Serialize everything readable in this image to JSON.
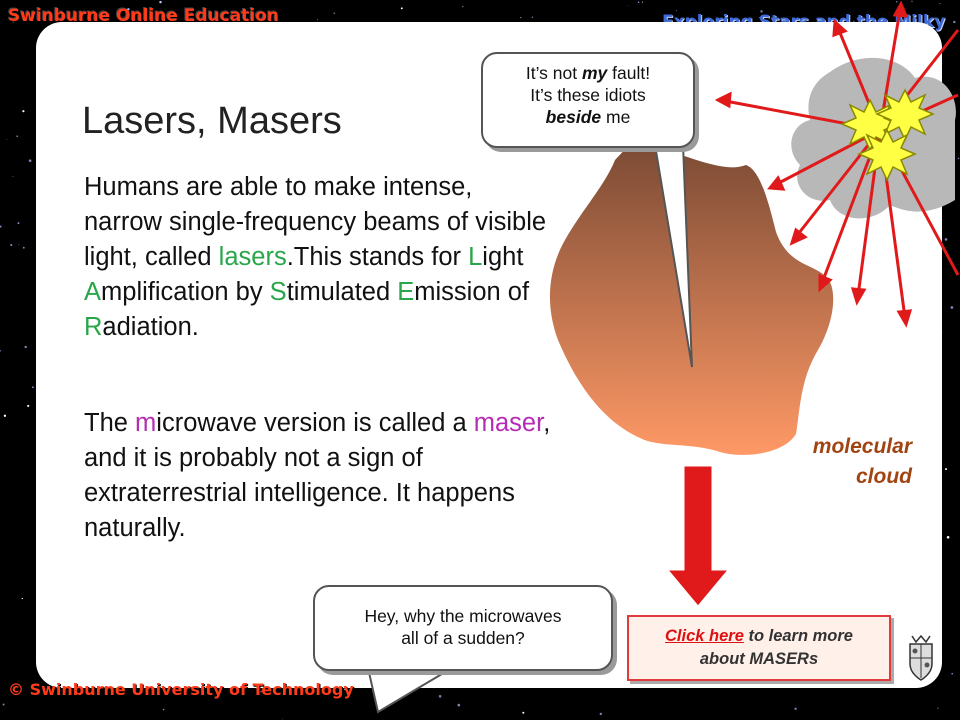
{
  "header": {
    "left": "Swinburne Online Education",
    "right": "Exploring Stars and the Milky Way"
  },
  "footer": {
    "copyright": "© Swinburne University of Technology"
  },
  "slide": {
    "title": "Lasers, Masers",
    "p1": {
      "a": "Humans are able to make intense, narrow single-frequency beams of visible light, called ",
      "lasers": "lasers",
      "b": ".This stands for ",
      "L": "L",
      "c": "ight ",
      "A": "A",
      "d": "mplification by ",
      "S": "S",
      "e": "timulated ",
      "E": "E",
      "f": "mission of ",
      "R": "R",
      "g": "adiation."
    },
    "p2": {
      "a": "The ",
      "m": "m",
      "b": "icrowave version is called a ",
      "maser": "maser",
      "c": ", and it is probably not a sign of extraterrestrial intelligence. It happens naturally."
    }
  },
  "bubble_top": {
    "a": "It’s not ",
    "my": "my",
    "b": " fault!",
    "c": "It’s these idiots",
    "beside": "beside",
    "d": " me"
  },
  "bubble_bottom": {
    "line1": "Hey, why the microwaves",
    "line2": "all of a sudden?"
  },
  "cloud_label": {
    "line1": "molecular",
    "line2": "cloud"
  },
  "link_box": {
    "link": "Click here",
    "rest1": " to learn more",
    "rest2": "about MASERs"
  },
  "colors": {
    "accent_green": "#2aa64a",
    "accent_red": "#d6282a",
    "accent_magenta": "#b52cb5",
    "cloud_top": "#7a4a34",
    "cloud_bottom": "#ff9966",
    "arrow_red": "#e01a1a"
  },
  "icons": [
    "speech-bubble",
    "exploding-star-icon",
    "down-arrow-icon",
    "crest-icon"
  ]
}
